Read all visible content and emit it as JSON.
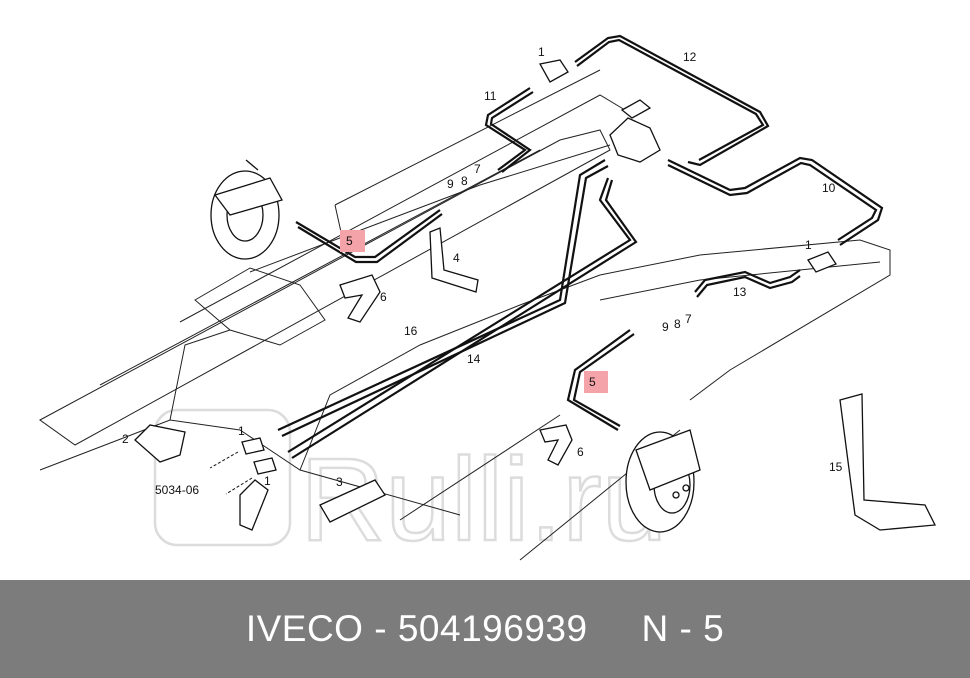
{
  "footer": {
    "brand": "IVECO",
    "separator1": " - ",
    "part_number": "504196939",
    "gap": "     ",
    "callout": "N - 5"
  },
  "watermark": {
    "text": "Rulli.ru",
    "color": "#dcdcdc"
  },
  "colors": {
    "highlight": "#f4a3a8",
    "line": "#111111",
    "footer_bg": "#7c7c7c"
  },
  "labels": {
    "l1a": "1",
    "l1b": "1",
    "l1c": "1",
    "l1d": "1",
    "l2": "2",
    "l3": "3",
    "l4": "4",
    "l5a": "5",
    "l5b": "5",
    "l6a": "6",
    "l6b": "6",
    "l7a": "7",
    "l7b": "7",
    "l8a": "8",
    "l8b": "8",
    "l9a": "9",
    "l9b": "9",
    "l10": "10",
    "l11": "11",
    "l12": "12",
    "l13": "13",
    "l14": "14",
    "l15": "15",
    "l16": "16",
    "ref": "5034-06"
  }
}
